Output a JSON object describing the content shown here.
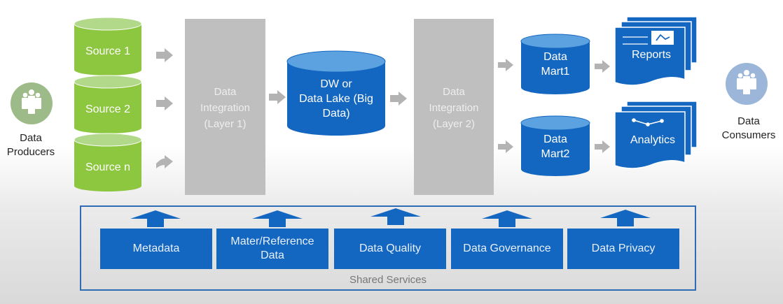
{
  "producers": {
    "label_line1": "Data",
    "label_line2": "Producers",
    "icon": "people-group-icon"
  },
  "consumers": {
    "label_line1": "Data",
    "label_line2": "Consumers",
    "icon": "people-group-icon"
  },
  "sources": [
    {
      "label": "Source 1"
    },
    {
      "label": "Source 2"
    },
    {
      "label": "Source n"
    }
  ],
  "integration1": {
    "line1": "Data",
    "line2": "Integration",
    "line3": "(Layer 1)"
  },
  "warehouse": {
    "line1": "DW or",
    "line2": "Data Lake (Big",
    "line3": "Data)"
  },
  "integration2": {
    "line1": "Data",
    "line2": "Integration",
    "line3": "(Layer 2)"
  },
  "marts": [
    {
      "line1": "Data",
      "line2": "Mart1"
    },
    {
      "line1": "Data",
      "line2": "Mart2"
    }
  ],
  "outputs": [
    {
      "label": "Reports",
      "icon": "line-chart-icon"
    },
    {
      "label": "Analytics",
      "icon": "node-graph-icon"
    }
  ],
  "shared_services": {
    "title": "Shared Services",
    "items": [
      {
        "line1": "Metadata",
        "line2": ""
      },
      {
        "line1": "Mater/Reference",
        "line2": "Data"
      },
      {
        "line1": "Data Quality",
        "line2": ""
      },
      {
        "line1": "Data Governance",
        "line2": ""
      },
      {
        "line1": "Data Privacy",
        "line2": ""
      }
    ]
  },
  "colors": {
    "source_green": "#8dc63f",
    "source_top": "#b2d88a",
    "blue": "#1467c0",
    "blue_top": "#5da2e0",
    "panel_gray": "#bfbfbf",
    "arrow_gray": "#b3b3b3",
    "producers_circle": "#9cbb88",
    "consumers_circle": "#9bb6d9"
  }
}
